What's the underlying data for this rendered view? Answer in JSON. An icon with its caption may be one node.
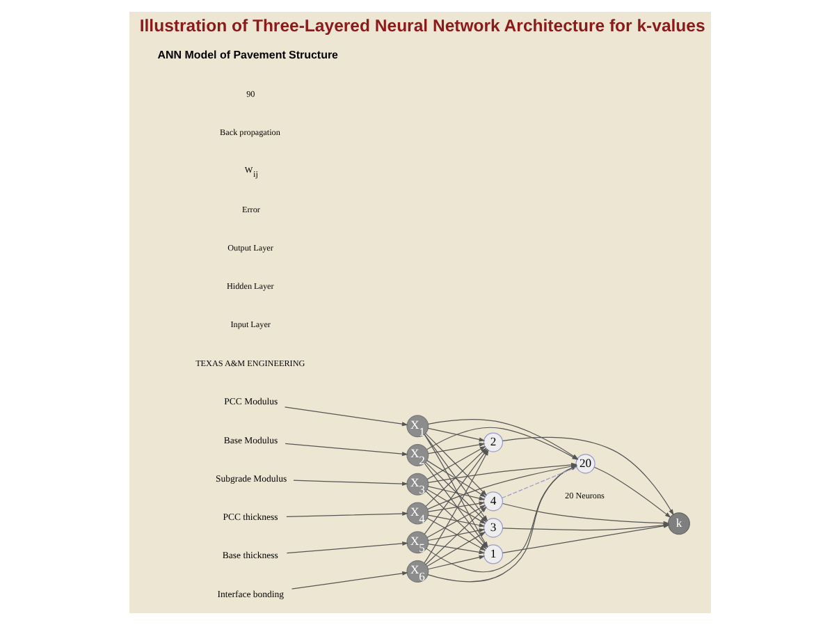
{
  "diagram": {
    "title": "Illustration of Three-Layered Neural Network Architecture for k-values",
    "caption": "ANN Model of Pavement Structure",
    "nodes": [
      {
        "text": [
          "PCC Modulus"
        ]
      },
      {
        "text": [
          "Base Modulus"
        ]
      },
      {
        "text": [
          "Subgrade Modulus"
        ]
      },
      {
        "text": [
          "PCC thickness"
        ]
      },
      {
        "text": [
          "Base thickness"
        ]
      },
      {
        "text": [
          "Interface bonding"
        ]
      },
      {
        "text": [
          "X$_{1}$"
        ]
      },
      {
        "text": [
          "X$_{2}$"
        ]
      },
      {
        "text": [
          "X$_{3}$"
        ]
      },
      {
        "text": [
          "X$_{4}$"
        ]
      },
      {
        "text": [
          "X$_{5}$"
        ]
      },
      {
        "text": [
          "X$_{6}$"
        ]
      },
      {
        "text": [
          "1"
        ]
      },
      {
        "text": [
          "2"
        ]
      },
      {
        "text": [
          "3"
        ]
      },
      {
        "text": [
          "4"
        ]
      },
      {
        "text": [
          "20"
        ],
        "beside": [
          "20 Neurons"
        ]
      },
      {
        "text": [
          "k"
        ]
      }
    ],
    "edges": [
      {
        "from": 0,
        "to": 6,
        "arrow": "to"
      },
      {
        "from": 1,
        "to": 7,
        "arrow": "to"
      },
      {
        "from": 2,
        "to": 8,
        "arrow": "to"
      },
      {
        "from": 3,
        "to": 9,
        "arrow": "to"
      },
      {
        "from": 4,
        "to": 10,
        "arrow": "to"
      },
      {
        "from": 5,
        "to": 11,
        "arrow": "to"
      },
      {
        "from": 6,
        "to": 12,
        "arrow": "to"
      },
      {
        "from": 6,
        "to": 13,
        "arrow": "to"
      },
      {
        "from": 6,
        "to": 14,
        "arrow": "to"
      },
      {
        "from": 6,
        "to": 15,
        "arrow": "to"
      },
      {
        "from": 6,
        "to": 16,
        "arrow": "to"
      },
      {
        "from": 7,
        "to": 12,
        "arrow": "to"
      },
      {
        "from": 7,
        "to": 13,
        "arrow": "to"
      },
      {
        "from": 7,
        "to": 14,
        "arrow": "to"
      },
      {
        "from": 7,
        "to": 15,
        "arrow": "to"
      },
      {
        "from": 7,
        "to": 16,
        "arrow": "to"
      },
      {
        "from": 8,
        "to": 12,
        "arrow": "to"
      },
      {
        "from": 8,
        "to": 13,
        "arrow": "to"
      },
      {
        "from": 8,
        "to": 14,
        "arrow": "to"
      },
      {
        "from": 8,
        "to": 15,
        "arrow": "to"
      },
      {
        "from": 8,
        "to": 16,
        "arrow": "to"
      },
      {
        "from": 9,
        "to": 12,
        "arrow": "to"
      },
      {
        "from": 9,
        "to": 13,
        "arrow": "to"
      },
      {
        "from": 9,
        "to": 14,
        "arrow": "to"
      },
      {
        "from": 9,
        "to": 15,
        "arrow": "to"
      },
      {
        "from": 9,
        "to": 16,
        "arrow": "to"
      },
      {
        "from": 10,
        "to": 12,
        "arrow": "to"
      },
      {
        "from": 10,
        "to": 13,
        "arrow": "to"
      },
      {
        "from": 10,
        "to": 14,
        "arrow": "to"
      },
      {
        "from": 10,
        "to": 15,
        "arrow": "to"
      },
      {
        "from": 10,
        "to": 16,
        "arrow": "to"
      },
      {
        "from": 11,
        "to": 12,
        "arrow": "to"
      },
      {
        "from": 11,
        "to": 13,
        "arrow": "to"
      },
      {
        "from": 11,
        "to": 14,
        "arrow": "to"
      },
      {
        "from": 11,
        "to": 15,
        "arrow": "to"
      },
      {
        "from": 11,
        "to": 16,
        "arrow": "to"
      },
      {
        "from": 12,
        "to": 17,
        "arrow": "to"
      },
      {
        "from": 13,
        "to": 17,
        "arrow": "to"
      },
      {
        "from": 14,
        "to": 17,
        "arrow": "to"
      },
      {
        "from": 15,
        "to": 17,
        "arrow": "to"
      },
      {
        "from": 16,
        "to": 17,
        "arrow": "to"
      },
      {
        "from": 15,
        "to": 16,
        "arrow": "none",
        "style": "dashed",
        "color": "#9999cc"
      }
    ],
    "labels": [
      "TEXAS A&M ENGINEERING",
      "Input Layer",
      "Hidden Layer",
      "Output Layer",
      "Error",
      "W$_{ij}$",
      "Back propagation",
      "90"
    ]
  }
}
